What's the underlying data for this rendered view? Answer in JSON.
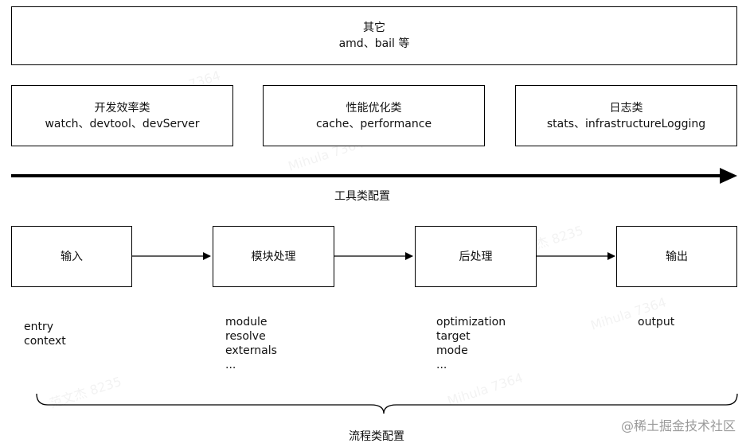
{
  "other_box": {
    "title": "其它",
    "subtitle": "amd、bail 等"
  },
  "tool_boxes": [
    {
      "title": "开发效率类",
      "subtitle": "watch、devtool、devServer"
    },
    {
      "title": "性能优化类",
      "subtitle": "cache、performance"
    },
    {
      "title": "日志类",
      "subtitle": "stats、infrastructureLogging"
    }
  ],
  "tool_caption": "工具类配置",
  "flow_boxes": [
    {
      "title": "输入"
    },
    {
      "title": "模块处理"
    },
    {
      "title": "后处理"
    },
    {
      "title": "输出"
    }
  ],
  "flow_lists": [
    {
      "items": [
        "entry",
        "context"
      ]
    },
    {
      "items": [
        "module",
        "resolve",
        "externals",
        "..."
      ]
    },
    {
      "items": [
        "optimization",
        "target",
        "mode",
        "..."
      ]
    },
    {
      "items": [
        "output"
      ]
    }
  ],
  "flow_caption": "流程类配置",
  "credit": "@稀土掘金技术社区",
  "watermarks": [
    "Mihula 7364",
    "范文杰 8235"
  ]
}
